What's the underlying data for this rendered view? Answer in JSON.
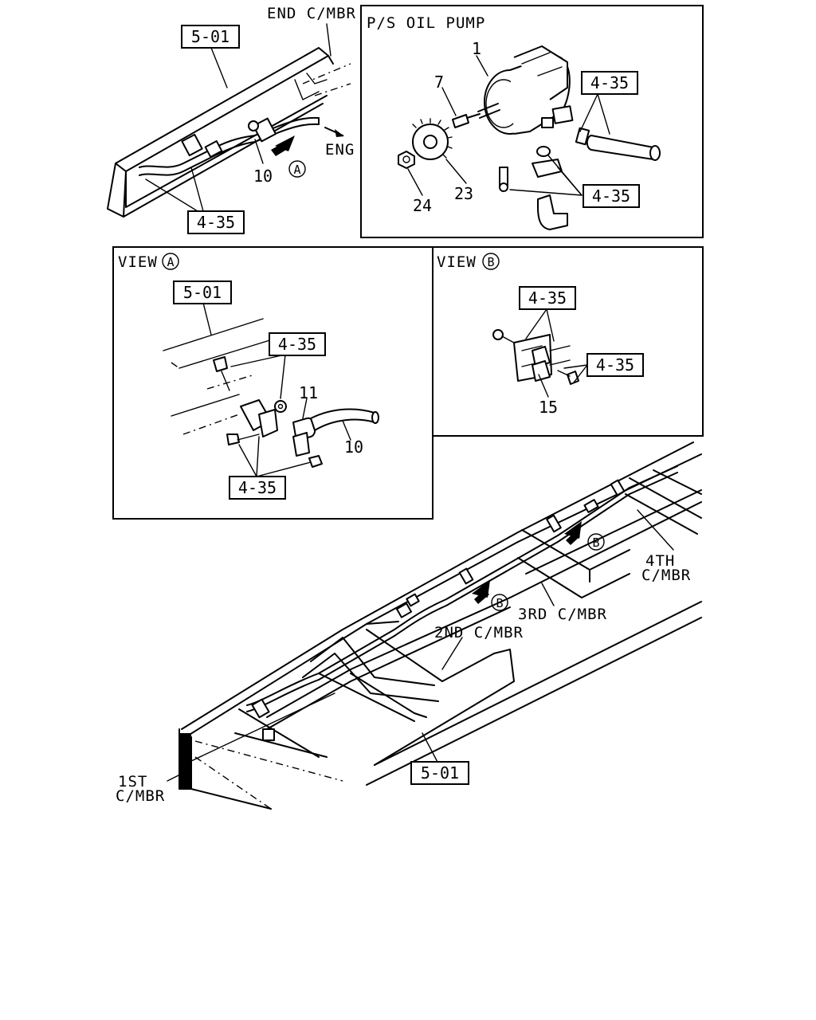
{
  "labels": {
    "end_cmbr": "END C/MBR",
    "ps_oil_pump": "P/S OIL PUMP",
    "eng": "ENG",
    "view_a": "VIEW",
    "view_b": "VIEW",
    "circle_a": "A",
    "circle_b": "B",
    "ref_5_01": "5-01",
    "ref_4_35": "4-35",
    "part_1": "1",
    "part_7": "7",
    "part_10": "10",
    "part_11": "11",
    "part_15": "15",
    "part_23": "23",
    "part_24": "24",
    "first_cmbr_1": "1ST",
    "first_cmbr_2": "C/MBR",
    "second_cmbr": "2ND C/MBR",
    "third_cmbr": "3RD C/MBR",
    "fourth_cmbr_1": "4TH",
    "fourth_cmbr_2": "C/MBR"
  }
}
